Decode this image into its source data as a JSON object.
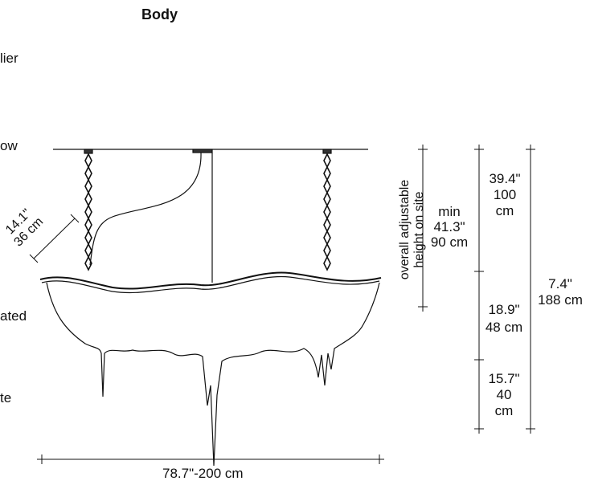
{
  "header": {
    "title": "Body"
  },
  "left_fragments": [
    "lier",
    "ow",
    "ated",
    "te"
  ],
  "dimensions": {
    "arm_top": "14.1\"",
    "arm_bottom": "36 cm",
    "adjustable_line1": "overall adjustable",
    "adjustable_line2": "height on site",
    "min_label": "min",
    "min_in": "41.3\"",
    "min_cm": "90 cm",
    "upper_in": "39.4\"",
    "upper_cm_a": "100",
    "upper_cm_b": "cm",
    "middle_in": "18.9\"",
    "middle_cm": "48 cm",
    "lower_in": "15.7\"",
    "lower_cm_a": "40",
    "lower_cm_b": "cm",
    "total_in": "7.4\"",
    "total_cm": "188 cm",
    "width": "78.7\"-200 cm"
  }
}
